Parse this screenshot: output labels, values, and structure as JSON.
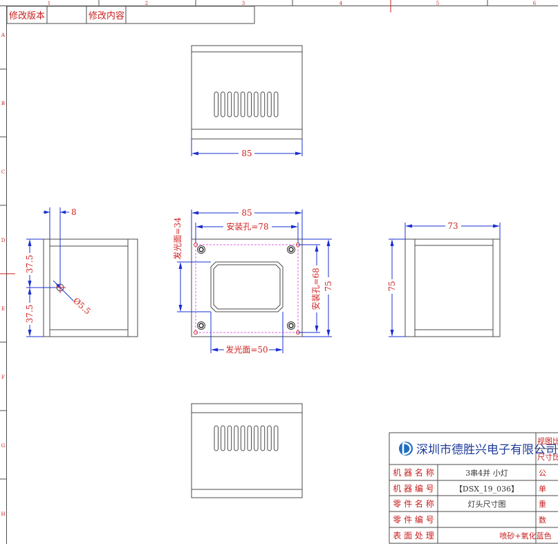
{
  "frame": {
    "col_labels": [
      "1",
      "2",
      "3",
      "4",
      "5",
      "6"
    ],
    "row_labels": [
      "A",
      "B",
      "C",
      "D",
      "E",
      "F",
      "G",
      "H"
    ]
  },
  "revision_table": {
    "version_label": "修改版本",
    "content_label": "修改内容"
  },
  "dimensions": {
    "top_width": "85",
    "left_offset": "8",
    "left_half_upper": "37.5",
    "left_half_lower": "37.5",
    "left_hole_dia": "Ø5.5",
    "front_width": "85",
    "front_mount_width": "安装孔=78",
    "front_emit_height": "发光面=34",
    "front_mount_height": "安装孔=68",
    "front_height": "75",
    "front_emit_width": "发光面=50",
    "right_width": "73",
    "right_height": "75"
  },
  "title_block": {
    "company": "深圳市德胜兴电子有限公司",
    "view_scale_label": "视图比",
    "size_scale_label": "尺寸比",
    "rows": [
      {
        "label": "机 器 名 称",
        "value": "3串4并 小灯",
        "right": "公"
      },
      {
        "label": "机 器 编 号",
        "value": "【DSX_19_036】",
        "right": "单"
      },
      {
        "label": "零 件 名 称",
        "value": "灯头尺寸图",
        "right": "重"
      },
      {
        "label": "零 件 编 号",
        "value": "",
        "right": "数"
      },
      {
        "label": "表 面 处 理",
        "value": "喷砂+氧化蓝色",
        "right": ""
      }
    ]
  },
  "colors": {
    "line": "#4a4a4a",
    "dim": "#1a2fd0",
    "dim_text": "#d02020",
    "label_red": "#c81e1e",
    "emit_magenta": "#e060e0"
  }
}
